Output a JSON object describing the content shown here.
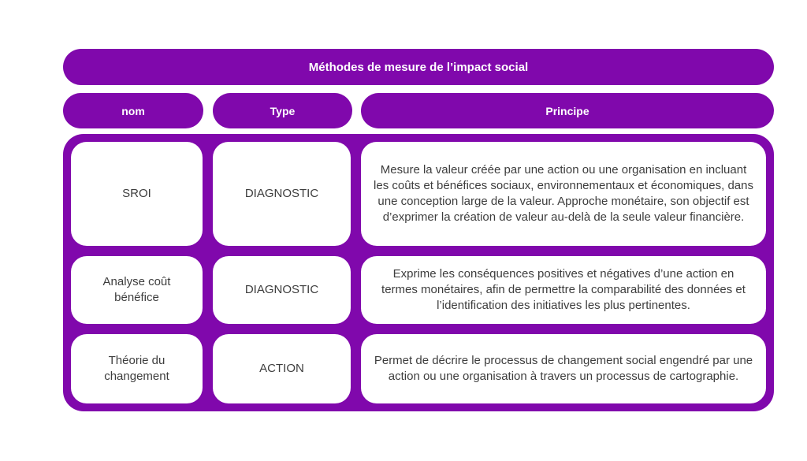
{
  "title": "Méthodes de mesure de l’impact social",
  "columns": [
    {
      "label": "nom"
    },
    {
      "label": "Type"
    },
    {
      "label": "Principe"
    }
  ],
  "rows": [
    {
      "nom": "SROI",
      "type": "DIAGNOSTIC",
      "principe": "Mesure la valeur créée par une action ou une organisation en incluant les coûts et bénéfices sociaux, environnementaux et économiques, dans une conception large de la valeur. Approche monétaire, son objectif est d’exprimer la création de valeur au-delà de la seule valeur financière."
    },
    {
      "nom": "Analyse coût bénéfice",
      "type": "DIAGNOSTIC",
      "principe": "Exprime les conséquences positives et négatives d’une action en termes monétaires, afin de permettre la comparabilité des données et l’identification des initiatives les plus pertinentes."
    },
    {
      "nom": "Théorie du changement",
      "type": "ACTION",
      "principe": "Permet de décrire le processus de changement social engendré par une action ou une organisation à travers un processus de cartographie."
    }
  ],
  "colors": {
    "purple": "#8008AC",
    "cell_background": "#ffffff",
    "cell_text": "#3d3d3d",
    "header_text": "#ffffff"
  }
}
